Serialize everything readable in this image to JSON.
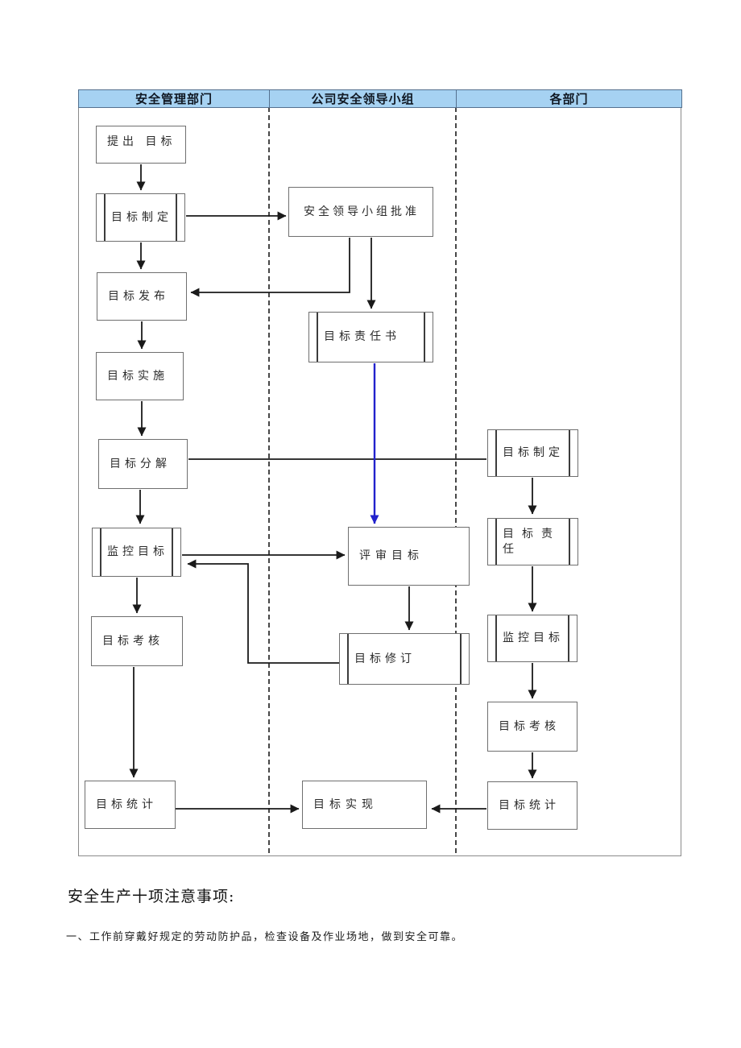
{
  "lanes": {
    "left": "安全管理部门",
    "middle": "公司安全领导小组",
    "right": "各部门"
  },
  "boxes": {
    "propose_goal": {
      "label": "提出 目标"
    },
    "goal_form_left": {
      "label": "目标制定"
    },
    "goal_release": {
      "label": "目标发布"
    },
    "goal_impl": {
      "label": "目标实施"
    },
    "goal_decomp": {
      "label": "目标分解"
    },
    "monitor_left": {
      "label": "监控目标"
    },
    "assess_left": {
      "label": "目标考核"
    },
    "stats_left": {
      "label": "目标统计"
    },
    "approval": {
      "label": "安全领导小组批准"
    },
    "resp_doc": {
      "label": "目标责任书"
    },
    "review": {
      "label": "评审目标"
    },
    "revision": {
      "label": "目标修订"
    },
    "achievement": {
      "label": "目标实现"
    },
    "goal_form_right": {
      "label": "目标制定"
    },
    "resp_right": {
      "label": "目标责任"
    },
    "monitor_right": {
      "label": "监控目标"
    },
    "assess_right": {
      "label": "目标考核"
    },
    "stats_right": {
      "label": "目标统计"
    }
  },
  "notes": {
    "title": "安全生产十项注意事项:",
    "item1": "一、工作前穿戴好规定的劳动防护品，检查设备及作业场地，做到安全可靠。"
  },
  "colors": {
    "header_fill": "#a6d2f2",
    "line": "#1a1a1a",
    "blue_arrow": "#2222cc",
    "frame": "#8a8a8a"
  }
}
